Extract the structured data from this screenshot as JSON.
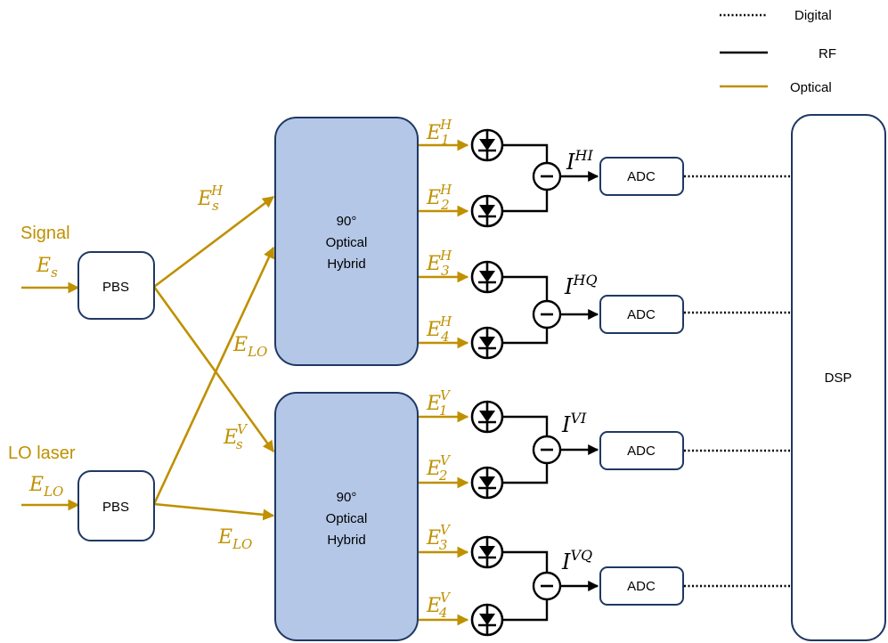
{
  "legend": {
    "digital": "Digital",
    "rf": "RF",
    "optical": "Optical"
  },
  "inputs": {
    "signal": "Signal",
    "signal_field": "E",
    "signal_sub": "s",
    "lo": "LO laser",
    "lo_field": "E",
    "lo_sub": "LO"
  },
  "pbs_top": "PBS",
  "pbs_bottom": "PBS",
  "hybrid_top": [
    "90°",
    "Optical",
    "Hybrid"
  ],
  "hybrid_bottom": [
    "90°",
    "Optical",
    "Hybrid"
  ],
  "beam_labels": {
    "es_h": {
      "base": "E",
      "sub": "s",
      "sup": "H"
    },
    "es_v": {
      "base": "E",
      "sub": "s",
      "sup": "V"
    },
    "elo_top": {
      "base": "E",
      "sub": "LO"
    },
    "elo_bottom": {
      "base": "E",
      "sub": "LO"
    }
  },
  "outputs": [
    {
      "base": "E",
      "sub": "1",
      "sup": "H"
    },
    {
      "base": "E",
      "sub": "2",
      "sup": "H"
    },
    {
      "base": "E",
      "sub": "3",
      "sup": "H"
    },
    {
      "base": "E",
      "sub": "4",
      "sup": "H"
    },
    {
      "base": "E",
      "sub": "1",
      "sup": "V"
    },
    {
      "base": "E",
      "sub": "2",
      "sup": "V"
    },
    {
      "base": "E",
      "sub": "3",
      "sup": "V"
    },
    {
      "base": "E",
      "sub": "4",
      "sup": "V"
    }
  ],
  "currents": [
    {
      "base": "I",
      "sup": "HI"
    },
    {
      "base": "I",
      "sup": "HQ"
    },
    {
      "base": "I",
      "sup": "VI"
    },
    {
      "base": "I",
      "sup": "VQ"
    }
  ],
  "adc_label": "ADC",
  "dsp_label": "DSP",
  "colors": {
    "optical": "#bf9000",
    "hybrid_fill": "#b4c7e7",
    "box_stroke": "#1f3864"
  }
}
